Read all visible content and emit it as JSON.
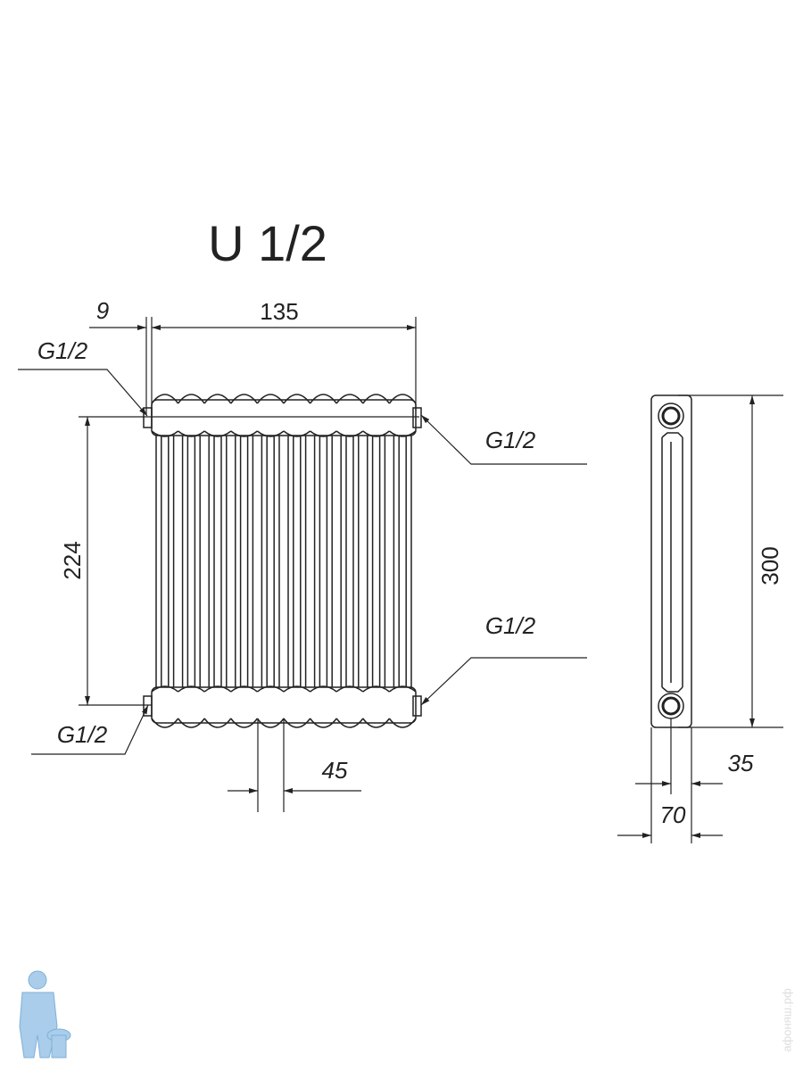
{
  "title": "U 1/2",
  "dimensions": {
    "offset": "9",
    "width": "135",
    "axis_distance": "224",
    "section_pitch": "45",
    "height": "300",
    "depth_half": "35",
    "depth": "70"
  },
  "connections": {
    "top_left": "G1/2",
    "top_right": "G1/2",
    "bottom_right": "G1/2",
    "bottom_left": "G1/2"
  },
  "sections_count": 10,
  "watermark": "афоняш.рф",
  "colors": {
    "line": "#222222",
    "logo": "#9cc4e4"
  }
}
